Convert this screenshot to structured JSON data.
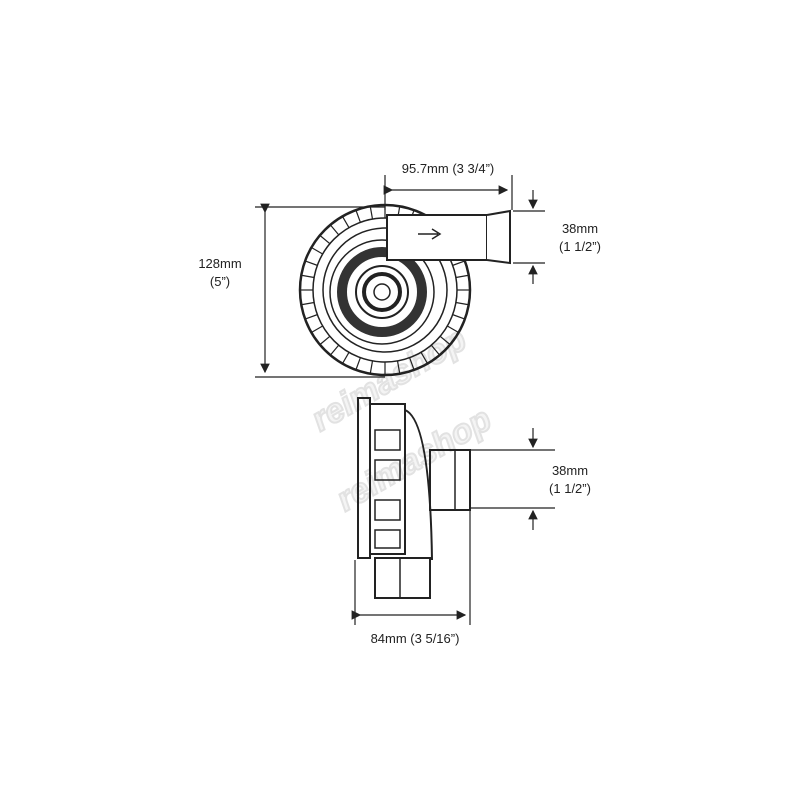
{
  "dimensions": {
    "top_width": "95.7mm (3 3/4”)",
    "top_outlet_mm": "38mm",
    "top_outlet_in": "(1 1/2”)",
    "height_mm": "128mm",
    "height_in": "(5”)",
    "side_outlet_mm": "38mm",
    "side_outlet_in": "(1 1/2”)",
    "side_width": "84mm (3 5/16”)"
  },
  "watermark": "reimashop",
  "colors": {
    "line": "#222222",
    "watermark": "#e4e4e4"
  }
}
